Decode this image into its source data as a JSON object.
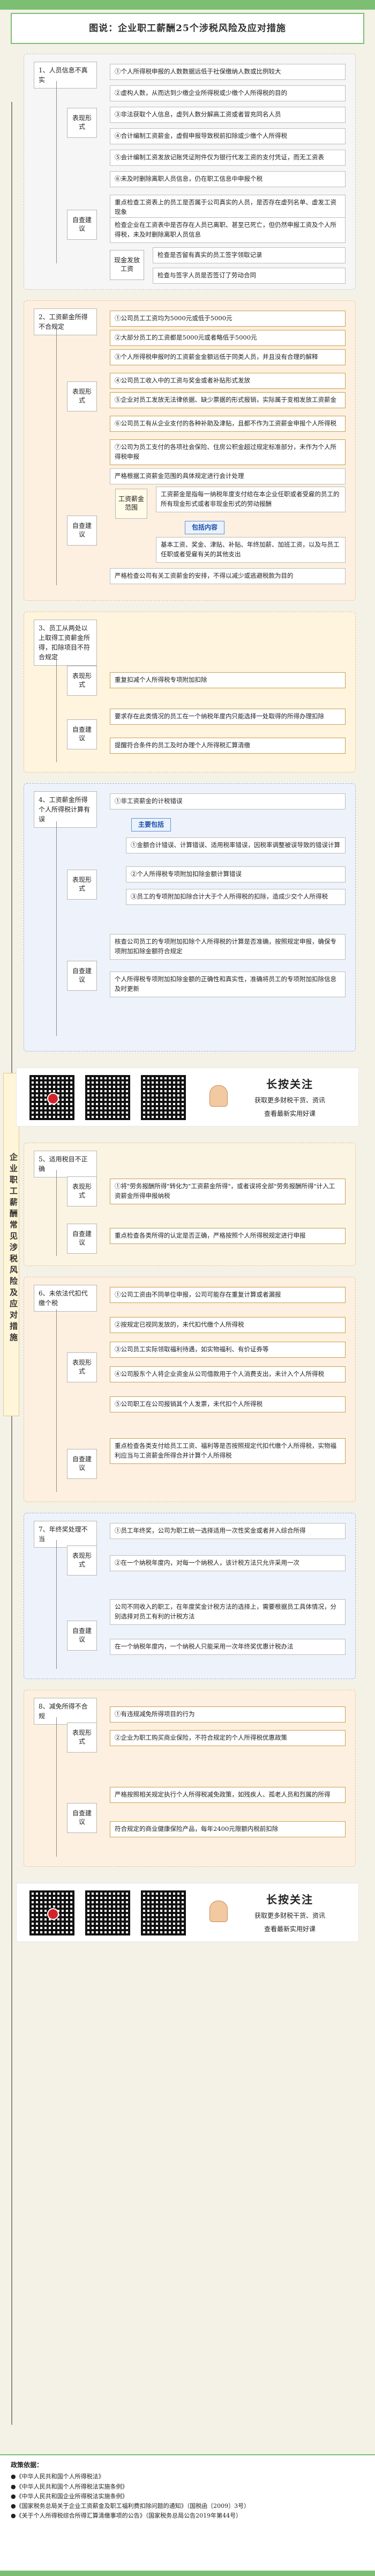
{
  "title": "图说：企业职工薪酬25个涉税风险及应对措施",
  "center_label": "企业职工薪酬常见涉税风险及应对措施",
  "sections": [
    {
      "head": "1、人员信息不真实",
      "node1": "表现形式",
      "items1": [
        "①个人所得税申报的人数数据远低于社保缴纳人数或比例较大",
        "②虚构人数，从而达到少缴企业所得税或少缴个人所得税的目的",
        "③非法获取个人信息，虚列人数分解高工资或者冒充同名人员",
        "④合计编制工资薪金，虚假申报导致税前扣除或少缴个人所得税",
        "⑤会计编制工资发放记账凭证附件仅为银行代发工资的支付凭证，而无工资表",
        "⑥未及时删除离职人员信息，仍在职工信息中申报个税"
      ],
      "node2": "自查建议",
      "items2": [
        "重点检查工资表上的员工是否属于公司真实的人员，是否存在虚列名单、虚发工资现象",
        "检查企业在工资表中是否存在人员已离职、甚至已死亡，但仍然申报工资及个人所得税，未及时删除离职人员信息"
      ],
      "node3": "现金发放工资",
      "items3": [
        "检查是否留有真实的员工签字领取记录",
        "检查与签字人员是否签订了劳动合同"
      ]
    },
    {
      "head": "2、工资薪金所得不合规定",
      "node1": "表现形式",
      "items1": [
        "①公司员工工资均为5000元或低于5000元",
        "②大部分员工的工资都是5000元或者略低于5000元",
        "③个人所得税申报时的工资薪金金额远低于同类人员，并且没有合理的解释",
        "④公司员工收入中的工资与奖金或者补贴形式发放",
        "⑤企业对员工发放无法律依据、缺少票据的形式报销，实际属于变相发放工资薪金",
        "⑥公司员工有从企业支付的各种补助及津贴，且都不作为工资薪金申报个人所得税",
        "⑦公司为员工支付的各项社会保险、住房公积金超过规定标准部分，未作为个人所得税申报"
      ],
      "node2": "自查建议",
      "items2_lead": "严格根据工资薪金范围的具体规定进行会计处理",
      "node_gz": "工资薪金范围",
      "gz_item": "工资薪金是指每一纳税年度支付给在本企业任职或者受雇的员工的所有现金形式或者非现金形式的劳动报酬",
      "contents_title": "包括内容",
      "contents": "基本工资、奖金、津贴、补贴、年终加薪、加班工资，以及与员工任职或者受雇有关的其他支出",
      "items2_tail": "严格检查公司有关工资薪金的安排，不得以减少或逃避税款为目的"
    },
    {
      "head": "3、员工从两处以上取得工资薪金所得，扣除项目不符合规定",
      "node1": "表现形式",
      "items1": [
        "重复扣减个人所得税专项附加扣除"
      ],
      "node2": "自查建议",
      "items2": [
        "要求存在此类情况的员工在一个纳税年度内只能选择一处取得的所得办理扣除",
        "提醒符合条件的员工及时办理个人所得税汇算清缴"
      ]
    },
    {
      "head": "4、工资薪金所得个人所得税计算有误",
      "node1": "表现形式",
      "items1_lead": "①非工资薪金的计税错误",
      "contents_title": "主要包括",
      "items1": [
        "①金额合计错误、计算错误、适用税率错误，因税率调整被误导致的错误计算",
        "②个人所得税专项附加扣除金额计算错误",
        "③员工的专项附加扣除合计大于个人所得税的扣除，造成少交个人所得税"
      ],
      "node2": "自查建议",
      "items2": [
        "核查公司员工的专项附加扣除个人所得税的计算是否准确，按照规定申报，确保专项附加扣除金额符合规定",
        "个人所得税专项附加扣除金额的正确性和真实性，准确将员工的专项附加扣除信息及时更新"
      ]
    },
    {
      "head": "5、适用税目不正确",
      "node1": "表现形式",
      "items1": [
        "①将\"劳务报酬所得\"转化为\"工资薪金所得\"，或者误将全部\"劳务报酬所得\"计入工资薪金所得申报纳税"
      ],
      "node2": "自查建议",
      "items2": [
        "重点检查各类所得的认定是否正确，严格按照个人所得税规定进行申报"
      ]
    },
    {
      "head": "6、未依法代扣代缴个税",
      "node1": "表现形式",
      "items1": [
        "①公司工资由不同单位申报，公司可能存在重复计算或者漏报",
        "②按规定已视同发放的，未代扣代缴个人所得税",
        "③公司员工实际领取福利待遇，如实物福利、有价证券等",
        "④公司股东个人将企业资金从公司借款用于个人消费支出，未计入个人所得税",
        "⑤公司职工在公司报销其个人发票，未代扣个人所得税"
      ],
      "node2": "自查建议",
      "items2": [
        "重点检查各类支付给员工工资、福利等是否按照规定代扣代缴个人所得税，实物福利应当与工资薪金所得合并计算个人所得税"
      ]
    },
    {
      "head": "7、年终奖处理不当",
      "node1": "表现形式",
      "items1": [
        "①员工年终奖，公司为职工统一选择适用一次性奖金或者并入综合所得",
        "②在一个纳税年度内，对每一个纳税人，该计税方法只允许采用一次"
      ],
      "node2": "自查建议",
      "items2": [
        "公司不同收入的职工，在年度奖金计税方法的选择上，需要根据员工具体情况，分别选择对员工有利的计税方法",
        "在一个纳税年度内，一个纳税人只能采用一次年终奖优惠计税办法"
      ]
    },
    {
      "head": "8、减免所得不合规",
      "node1": "表现形式",
      "items1": [
        "①有违规减免所得项目的行为",
        "②企业为职工购买商业保险，不符合规定的个人所得税优惠政策"
      ],
      "node2": "自查建议",
      "items2": [
        "严格按照相关规定执行个人所得税减免政策，如残疾人、孤老人员和烈属的所得",
        "符合规定的商业健康保险产品，每年2400元限额内税前扣除"
      ]
    }
  ],
  "qr": {
    "big": "长按关注",
    "line1": "获取更多财税干货、资讯",
    "line2": "查看最新实用好课"
  },
  "footer": {
    "title": "政策依据：",
    "refs": [
      "●《中华人民共和国个人所得税法》",
      "●《中华人民共和国个人所得税法实施条例》",
      "●《中华人民共和国企业所得税法实施条例》",
      "●《国家税务总局关于企业工资薪金及职工福利费扣除问题的通知》（国税函〔2009〕3号）",
      "●《关于个人所得税综合所得汇算清缴事项的公告》（国家税务总局公告2019年第44号）"
    ]
  }
}
